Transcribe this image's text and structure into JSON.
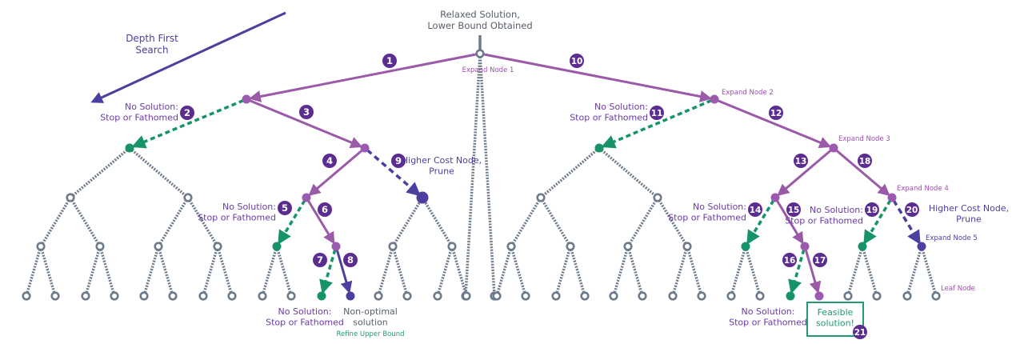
{
  "title": "Branch and Bound Depth First Search",
  "colors": {
    "purple_edge": "#9b5aa8",
    "purple_node": "#9b59b0",
    "badge": "#5b2d91",
    "green": "#17936a",
    "blue": "#4b3fa0",
    "gray": "#6d7b8a",
    "label_purple": "#6a3aa6",
    "label_pink": "#a24db5",
    "label_gray": "#555f6a",
    "label_green": "#1f9a72",
    "label_blue": "#4b3fa0"
  },
  "annotations": {
    "root": [
      "Relaxed Solution,",
      "Lower Bound Obtained"
    ],
    "dfs": [
      "Depth First",
      "Search"
    ],
    "expand1": "Expand Node 1",
    "expand2": "Expand Node 2",
    "expand3": "Expand Node 3",
    "expand4": "Expand Node 4",
    "expand5": "Expand Node 5",
    "leaf": "Leaf Node",
    "nosol_2": [
      "No Solution:",
      "Stop or Fathomed"
    ],
    "nosol_5": [
      "No Solution:",
      "Stop or Fathomed"
    ],
    "nosol_7": [
      "No Solution:",
      "Stop or Fathomed"
    ],
    "nosol_11": [
      "No Solution:",
      "Stop or Fathomed"
    ],
    "nosol_14": [
      "No Solution:",
      "Stop or Fathomed"
    ],
    "nosol_16": [
      "No Solution:",
      "Stop or Fathomed"
    ],
    "nosol_19": [
      "No Solution:",
      "Stop or Fathomed"
    ],
    "prune_9": [
      "Higher Cost Node,",
      "Prune"
    ],
    "prune_20": [
      "Higher Cost Node,",
      "Prune"
    ],
    "nonopt": [
      "Non-optimal",
      "solution"
    ],
    "refine": "Refine Upper Bound",
    "feasible": [
      "Feasible",
      "solution!"
    ]
  },
  "steps": [
    "1",
    "2",
    "3",
    "4",
    "5",
    "6",
    "7",
    "8",
    "9",
    "10",
    "11",
    "12",
    "13",
    "14",
    "15",
    "16",
    "17",
    "18",
    "19",
    "20",
    "21"
  ]
}
